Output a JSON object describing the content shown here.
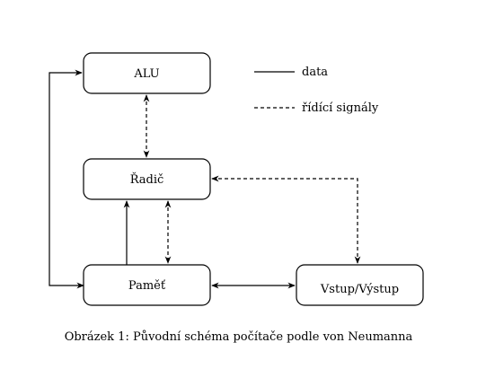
{
  "diagram": {
    "nodes": {
      "alu": "ALU",
      "radic": "Řadič",
      "pamet": "Paměť",
      "io": "Vstup/Výstup"
    },
    "legend": {
      "data": "data",
      "control": "řídící signály"
    },
    "caption": "Obrázek 1: Původní schéma počítače podle von Neumanna"
  }
}
